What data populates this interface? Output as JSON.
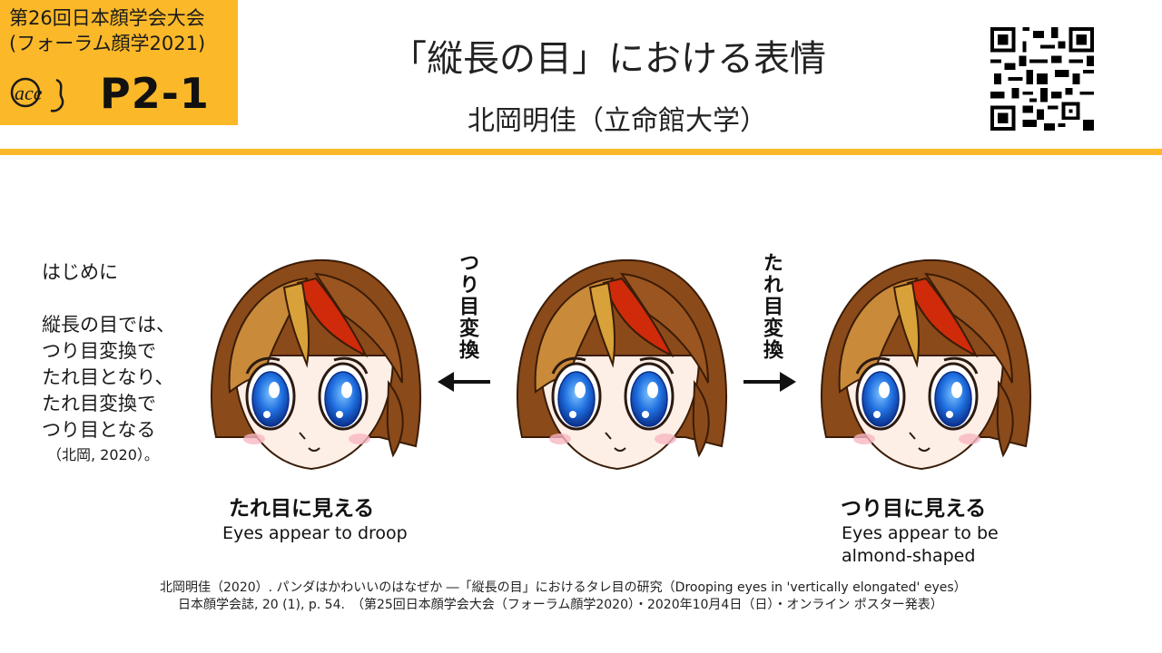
{
  "badge": {
    "line1": "第26回日本顔学会大会",
    "line2": "(フォーラム顔学2021)",
    "poster_id": "P2-1",
    "logo_icon": "aces-logo-icon",
    "color": "#fbb829"
  },
  "header": {
    "title": "「縦長の目」における表情",
    "author": "北岡明佳（立命館大学）",
    "qr_icon": "qr-code-icon"
  },
  "intro": {
    "heading": "はじめに",
    "lines": [
      "縦長の目では、",
      "つり目変換で",
      "たれ目となり、",
      "たれ目変換で",
      "つり目となる"
    ],
    "citation": "（北岡, 2020）。"
  },
  "transforms": {
    "left_label": "つり目変換",
    "right_label": "たれ目変換"
  },
  "captions": {
    "left_jp": "たれ目に見える",
    "left_en": "Eyes appear to droop",
    "right_jp": "つり目に見える",
    "right_en_1": "Eyes appear to be",
    "right_en_2": "almond-shaped"
  },
  "reference": {
    "line1": "北岡明佳（2020）. パンダはかわいいのはなぜか ―「縦長の目」におけるタレ目の研究（Drooping eyes in 'vertically elongated' eyes）",
    "line2": "日本顔学会誌, 20 (1), p. 54.　（第25回日本顔学会大会（フォーラム顔学2020）・2020年10月4日（日）・オンライン ポスター発表）"
  },
  "colors": {
    "accent": "#fbb829",
    "hair": "#8b4a1a",
    "eye": "#1f6fe0"
  }
}
